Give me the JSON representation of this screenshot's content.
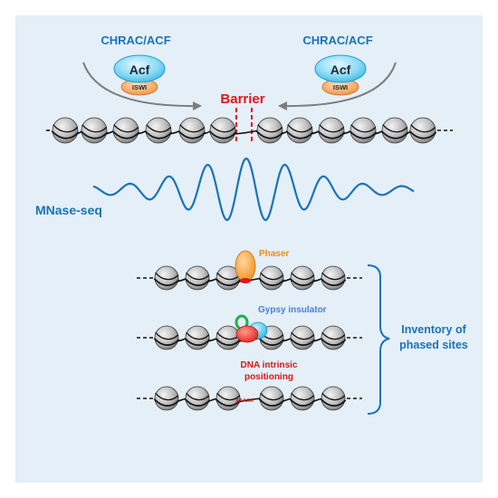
{
  "top": {
    "left_complex_label": "CHRAC/ACF",
    "right_complex_label": "CHRAC/ACF",
    "acf_label": "Acf",
    "iswi_label": "ISWI",
    "barrier_label": "Barrier"
  },
  "middle": {
    "mnase_label": "MNase-seq"
  },
  "bottom": {
    "phaser_label": "Phaser",
    "gypsy_label": "Gypsy insulator",
    "dna_label_line1": "DNA intrinsic",
    "dna_label_line2": "positioning",
    "polyA_label": "AAAAA",
    "inventory_line1": "Inventory of",
    "inventory_line2": "phased sites"
  },
  "colors": {
    "panel_bg": "#e4eff7",
    "blue_text": "#1a73b7",
    "red": "#e0161b",
    "orange": "#f0962a",
    "cyan_acf": "#5ecbef",
    "gypsy_text": "#4b7fd4"
  }
}
